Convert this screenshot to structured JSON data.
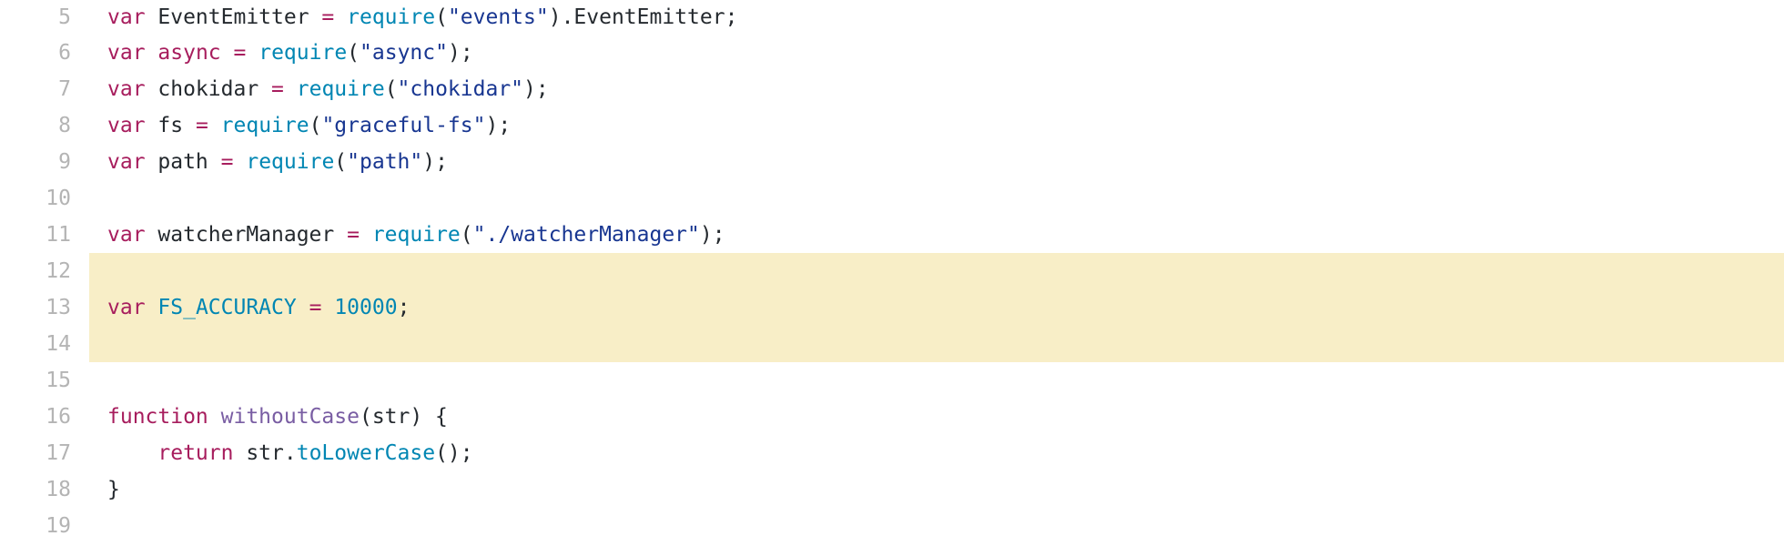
{
  "colors": {
    "keyword": "#a71d5d",
    "builtin": "#0086b3",
    "string": "#183691",
    "definition": "#795da3",
    "text": "#24292e",
    "line_number": "#b4b4b4",
    "highlight": "#f8eec7"
  },
  "lines": [
    {
      "number": "5",
      "tokens": [
        {
          "t": "var",
          "c": "kw"
        },
        {
          "t": " EventEmitter ",
          "c": "plain"
        },
        {
          "t": "=",
          "c": "op"
        },
        {
          "t": " ",
          "c": "plain"
        },
        {
          "t": "require",
          "c": "fn"
        },
        {
          "t": "(",
          "c": "plain"
        },
        {
          "t": "\"events\"",
          "c": "str"
        },
        {
          "t": ").EventEmitter;",
          "c": "plain"
        }
      ]
    },
    {
      "number": "6",
      "tokens": [
        {
          "t": "var",
          "c": "kw"
        },
        {
          "t": " ",
          "c": "plain"
        },
        {
          "t": "async",
          "c": "kw"
        },
        {
          "t": " ",
          "c": "plain"
        },
        {
          "t": "=",
          "c": "op"
        },
        {
          "t": " ",
          "c": "plain"
        },
        {
          "t": "require",
          "c": "fn"
        },
        {
          "t": "(",
          "c": "plain"
        },
        {
          "t": "\"async\"",
          "c": "str"
        },
        {
          "t": ");",
          "c": "plain"
        }
      ]
    },
    {
      "number": "7",
      "tokens": [
        {
          "t": "var",
          "c": "kw"
        },
        {
          "t": " chokidar ",
          "c": "plain"
        },
        {
          "t": "=",
          "c": "op"
        },
        {
          "t": " ",
          "c": "plain"
        },
        {
          "t": "require",
          "c": "fn"
        },
        {
          "t": "(",
          "c": "plain"
        },
        {
          "t": "\"chokidar\"",
          "c": "str"
        },
        {
          "t": ");",
          "c": "plain"
        }
      ]
    },
    {
      "number": "8",
      "tokens": [
        {
          "t": "var",
          "c": "kw"
        },
        {
          "t": " fs ",
          "c": "plain"
        },
        {
          "t": "=",
          "c": "op"
        },
        {
          "t": " ",
          "c": "plain"
        },
        {
          "t": "require",
          "c": "fn"
        },
        {
          "t": "(",
          "c": "plain"
        },
        {
          "t": "\"graceful-fs\"",
          "c": "str"
        },
        {
          "t": ");",
          "c": "plain"
        }
      ]
    },
    {
      "number": "9",
      "tokens": [
        {
          "t": "var",
          "c": "kw"
        },
        {
          "t": " path ",
          "c": "plain"
        },
        {
          "t": "=",
          "c": "op"
        },
        {
          "t": " ",
          "c": "plain"
        },
        {
          "t": "require",
          "c": "fn"
        },
        {
          "t": "(",
          "c": "plain"
        },
        {
          "t": "\"path\"",
          "c": "str"
        },
        {
          "t": ");",
          "c": "plain"
        }
      ]
    },
    {
      "number": "10",
      "tokens": []
    },
    {
      "number": "11",
      "tokens": [
        {
          "t": "var",
          "c": "kw"
        },
        {
          "t": " watcherManager ",
          "c": "plain"
        },
        {
          "t": "=",
          "c": "op"
        },
        {
          "t": " ",
          "c": "plain"
        },
        {
          "t": "require",
          "c": "fn"
        },
        {
          "t": "(",
          "c": "plain"
        },
        {
          "t": "\"./watcherManager\"",
          "c": "str"
        },
        {
          "t": ");",
          "c": "plain"
        }
      ]
    },
    {
      "number": "12",
      "highlight": true,
      "tokens": []
    },
    {
      "number": "13",
      "highlight": true,
      "tokens": [
        {
          "t": "var",
          "c": "kw"
        },
        {
          "t": " ",
          "c": "plain"
        },
        {
          "t": "FS_ACCURACY",
          "c": "const"
        },
        {
          "t": " ",
          "c": "plain"
        },
        {
          "t": "=",
          "c": "op"
        },
        {
          "t": " ",
          "c": "plain"
        },
        {
          "t": "10000",
          "c": "num"
        },
        {
          "t": ";",
          "c": "plain"
        }
      ]
    },
    {
      "number": "14",
      "highlight": true,
      "tokens": []
    },
    {
      "number": "15",
      "tokens": []
    },
    {
      "number": "16",
      "tokens": [
        {
          "t": "function",
          "c": "kw"
        },
        {
          "t": " ",
          "c": "plain"
        },
        {
          "t": "withoutCase",
          "c": "def"
        },
        {
          "t": "(str) {",
          "c": "plain"
        }
      ]
    },
    {
      "number": "17",
      "tokens": [
        {
          "t": "    ",
          "c": "plain"
        },
        {
          "t": "return",
          "c": "kw"
        },
        {
          "t": " str.",
          "c": "plain"
        },
        {
          "t": "toLowerCase",
          "c": "fn"
        },
        {
          "t": "();",
          "c": "plain"
        }
      ]
    },
    {
      "number": "18",
      "tokens": [
        {
          "t": "}",
          "c": "plain"
        }
      ]
    },
    {
      "number": "19",
      "tokens": []
    }
  ]
}
